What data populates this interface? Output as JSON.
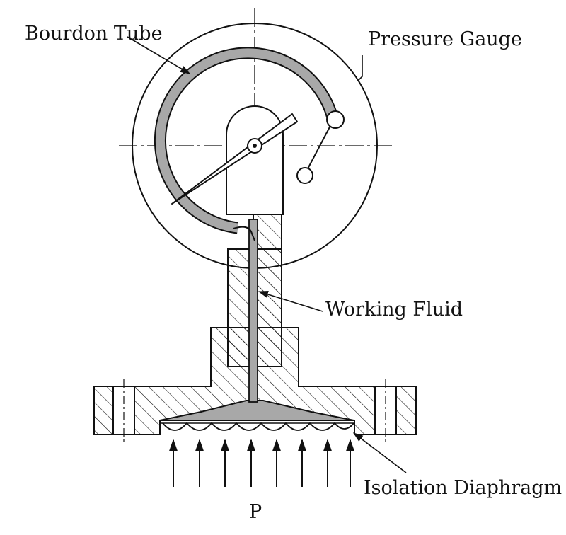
{
  "labels": {
    "bourdon_tube": "Bourdon Tube",
    "pressure_gauge": "Pressure Gauge",
    "working_fluid": "Working Fluid",
    "isolation_diaphragm": "Isolation Diaphragm",
    "pressure_symbol": "P"
  },
  "colors": {
    "line": "#111111",
    "fluid_fill": "#a8a8a8",
    "background": "#ffffff"
  }
}
